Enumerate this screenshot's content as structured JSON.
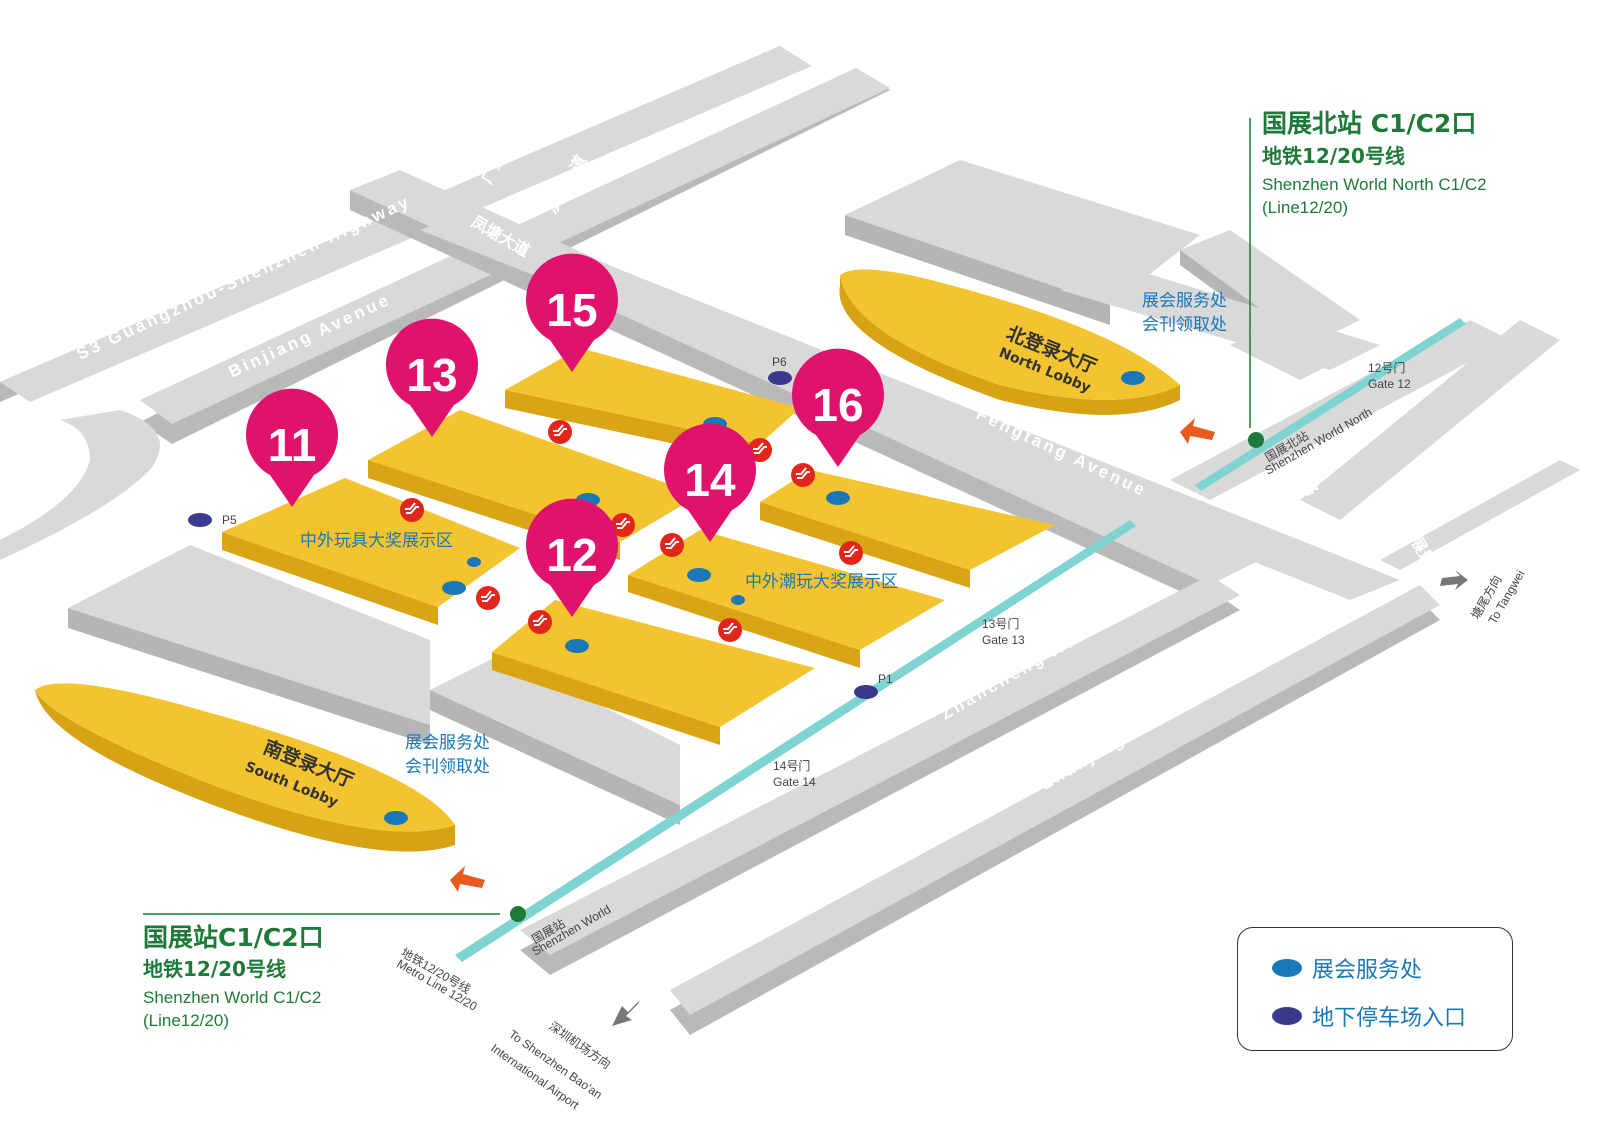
{
  "colors": {
    "hall": "#f4c430",
    "road": "#d9d9d9",
    "pin": "#e0126c",
    "metro": "#7fd3d1",
    "service_dot": "#1a78b7",
    "parking_dot": "#3a3a8c",
    "station_green": "#1f7a3a",
    "label_blue": "#1a78b7",
    "arrow_orange": "#e85a1f"
  },
  "roads": {
    "s3_highway": "S3 Guangzhou-Shenzhen Highway",
    "guangshen_cn": "广深沿江高速",
    "binjiang_avenue": "Binjiang Avenue",
    "binjiang_cn": "滨江大道",
    "fenggtang_cn": "凤塘大道",
    "fengtang_avenue": "Fengtang Avenue",
    "zhancheng_road": "Zhancheng Road",
    "zhancheng_cn": "展城路",
    "zhanjing_road": "Zhanjing Road",
    "zhanjing_cn": "展景路"
  },
  "halls": [
    {
      "id": "11",
      "label": "11"
    },
    {
      "id": "12",
      "label": "12"
    },
    {
      "id": "13",
      "label": "13"
    },
    {
      "id": "14",
      "label": "14"
    },
    {
      "id": "15",
      "label": "15"
    },
    {
      "id": "16",
      "label": "16"
    }
  ],
  "zones": {
    "toy_awards": "中外玩具大奖展示区",
    "trendy_awards": "中外潮玩大奖展示区"
  },
  "lobbies": {
    "north_cn": "北登录大厅",
    "north_en": "North Lobby",
    "south_cn": "南登录大厅",
    "south_en": "South Lobby"
  },
  "service": {
    "north_line1": "展会服务处",
    "north_line2": "会刊领取处",
    "south_line1": "展会服务处",
    "south_line2": "会刊领取处"
  },
  "parking": [
    "P1",
    "P5",
    "P6"
  ],
  "gates": {
    "gate12_cn": "12号门",
    "gate12_en": "Gate 12",
    "gate13_cn": "13号门",
    "gate13_en": "Gate 13",
    "gate14_cn": "14号门",
    "gate14_en": "Gate 14"
  },
  "stations": {
    "north": {
      "title": "国展北站 C1/C2口",
      "line_cn": "地铁12/20号线",
      "name_en": "Shenzhen World North C1/C2",
      "line_en": "(Line12/20)",
      "sign_cn": "国展北站",
      "sign_en": "Shenzhen World North"
    },
    "south": {
      "title": "国展站C1/C2口",
      "line_cn": "地铁12/20号线",
      "name_en": "Shenzhen World  C1/C2",
      "line_en": "(Line12/20)",
      "sign_cn": "国展站",
      "sign_en": "Shenzhen World"
    }
  },
  "metro_line": {
    "cn": "地铁12/20号线",
    "en": "Metro Line 12/20"
  },
  "directions": {
    "tangwei_cn": "塘尾方向",
    "tangwei_en": "To Tangwei",
    "airport_cn": "深圳机场方向",
    "airport_en_1": "To Shenzhen Bao'an",
    "airport_en_2": "International Airport"
  },
  "legend": [
    {
      "label": "展会服务处",
      "color": "#1a78b7"
    },
    {
      "label": "地下停车场入口",
      "color": "#3a3a8c"
    }
  ]
}
